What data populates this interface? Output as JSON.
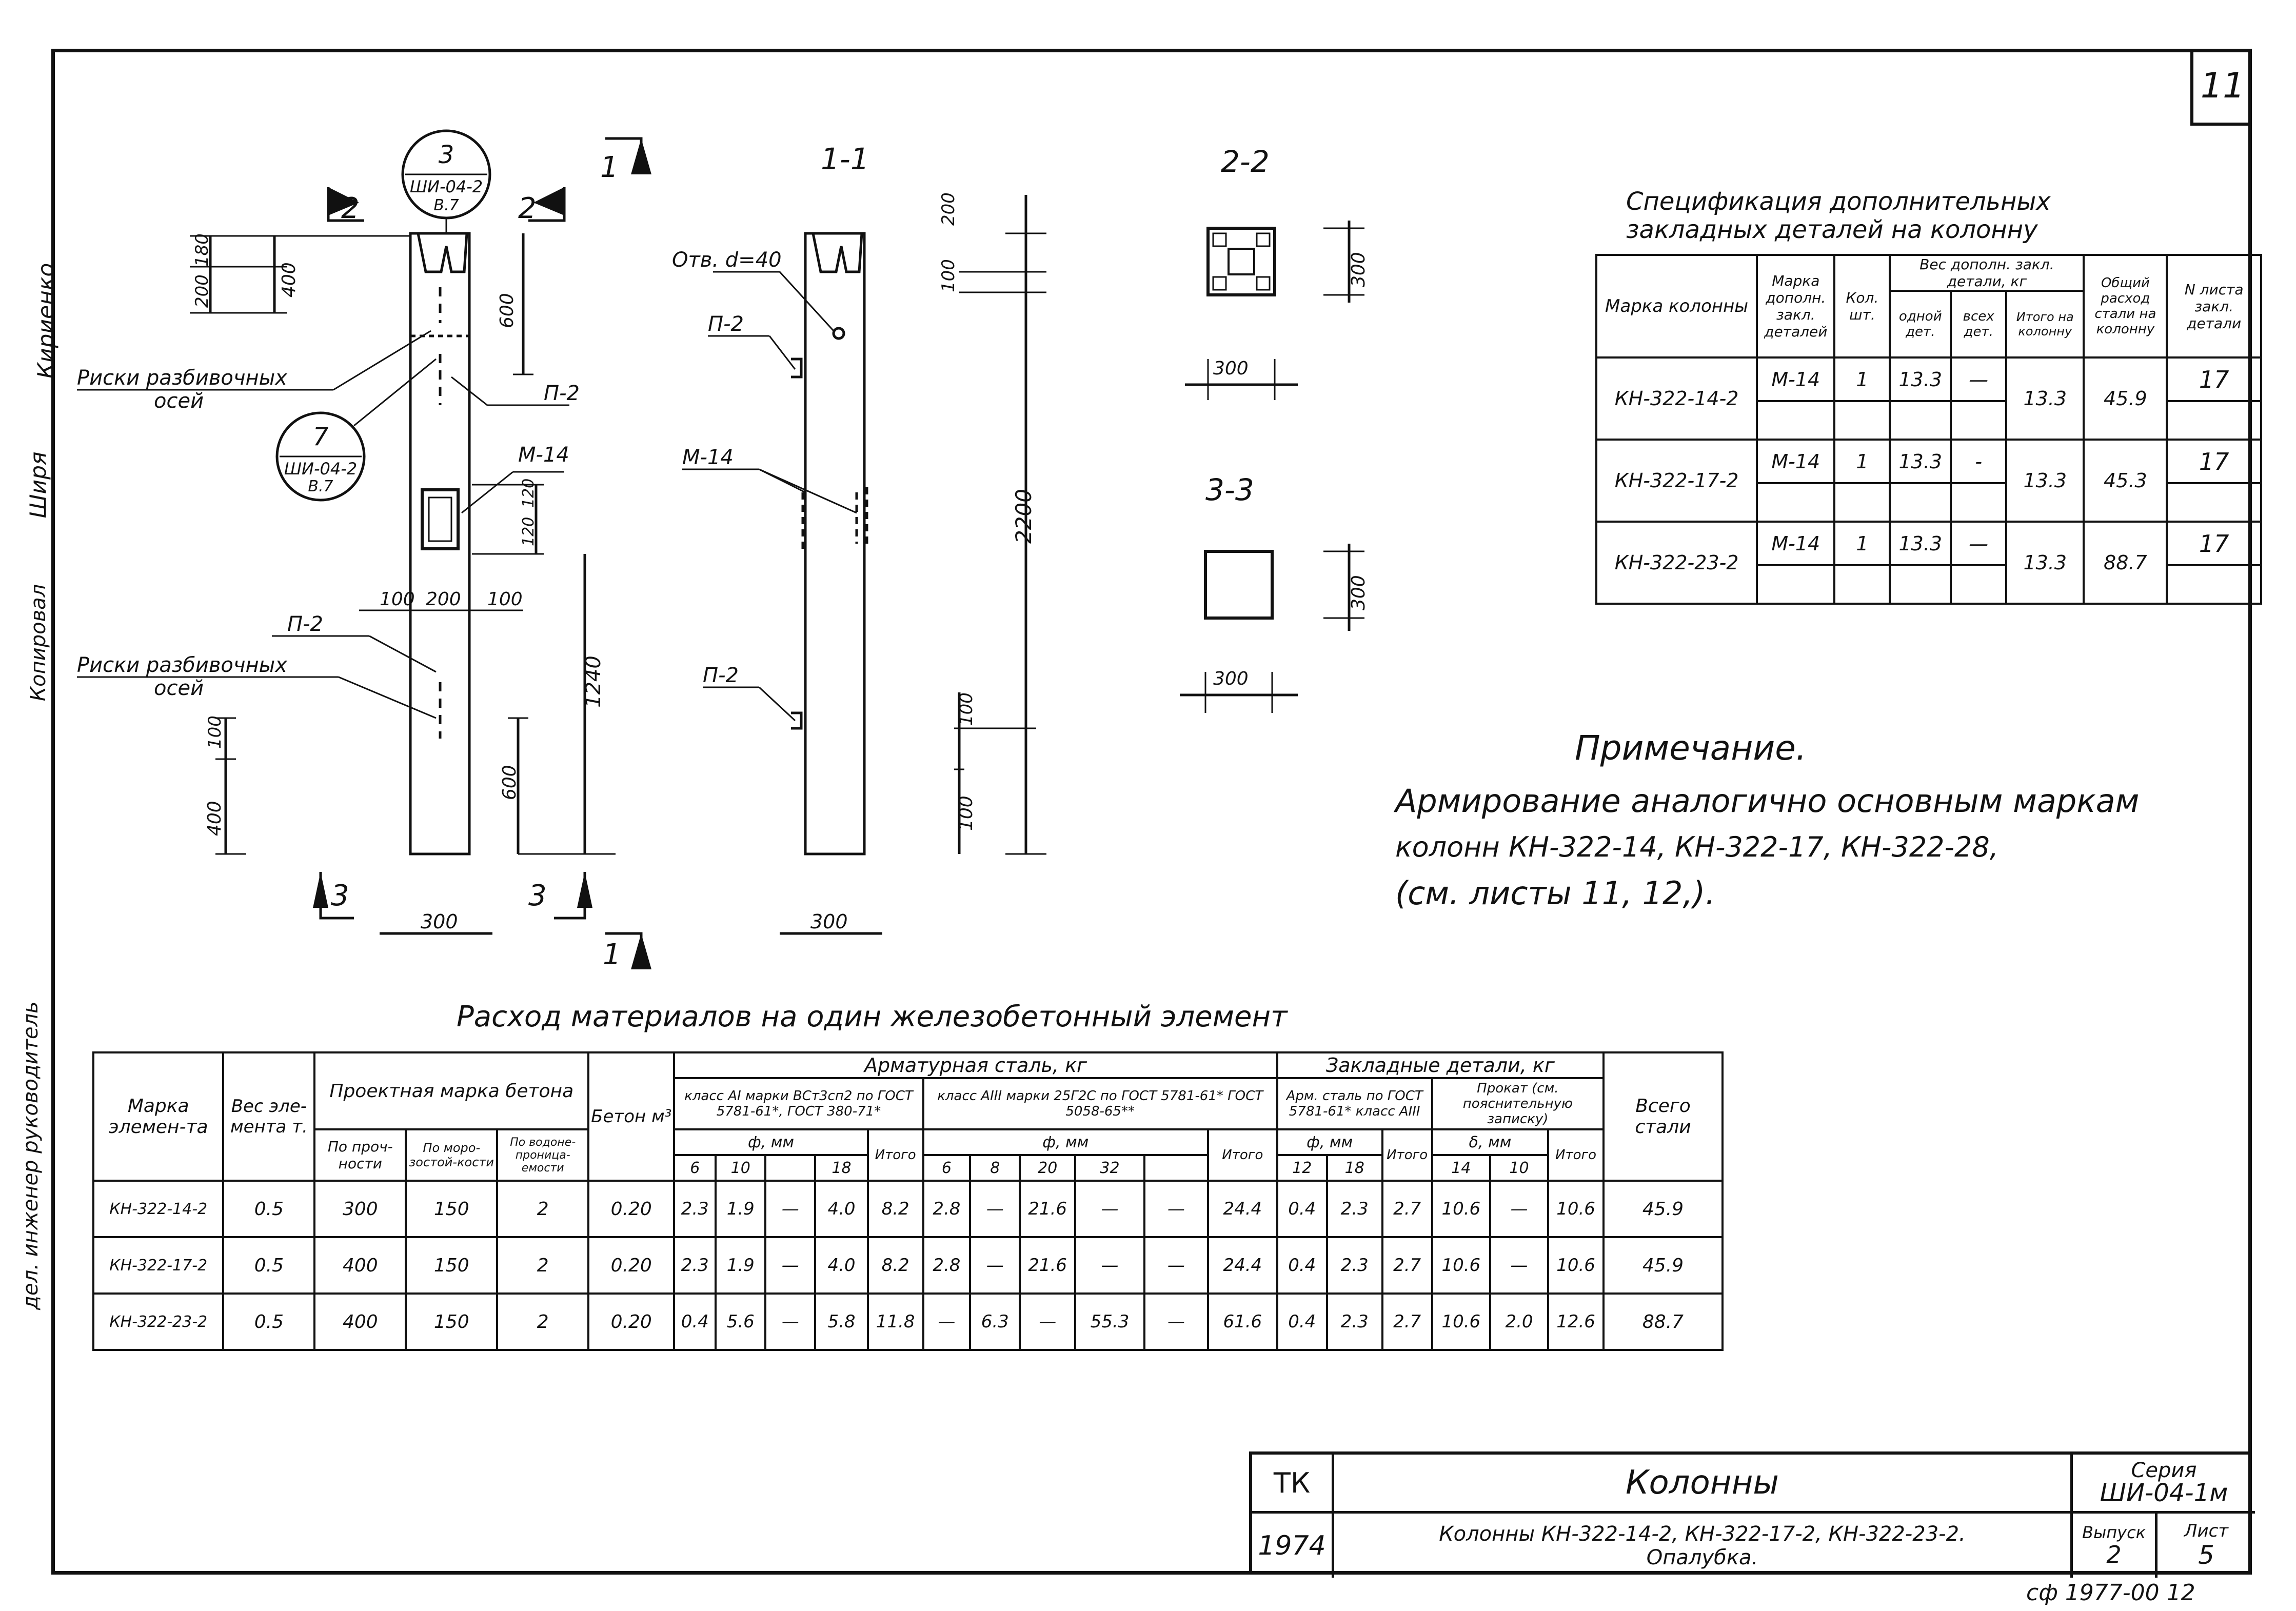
{
  "sheet_number": "11",
  "margin_text": {
    "stamp1": "Кириенко",
    "stamp2": "Ширя",
    "stamp3": "Копировал",
    "vertical_note": "дел. инженер руководитель"
  },
  "drawing": {
    "front_view": {
      "callout_top": {
        "num": "3",
        "ref": "ШИ-04-2",
        "page": "В.7"
      },
      "callout_mid": {
        "num": "7",
        "ref": "ШИ-04-2",
        "page": "В.7"
      },
      "section_2_left": "2",
      "section_2_right": "2",
      "section_1_top": "1",
      "section_1_bottom": "1",
      "section_3_left": "3",
      "section_3_right": "3",
      "risk_label_1a": "Риски разбивочных",
      "risk_label_1b": "осей",
      "risk_label_2a": "Риски разбивочных",
      "risk_label_2b": "осей",
      "p2_upper": "П-2",
      "p2_lower": "П-2",
      "m14": "М-14",
      "dims": {
        "d200": "200",
        "d180": "180",
        "d400_top": "400",
        "d600_top": "600",
        "d120a": "120",
        "d120b": "120",
        "d100l": "100",
        "d200c": "200",
        "d100r": "100",
        "d1240": "1240",
        "d100_bot": "100",
        "d400_bot": "400",
        "d600_bot": "600",
        "d300": "300"
      }
    },
    "section_1_1": {
      "title": "1-1",
      "otv": "Отв. d=40",
      "p2_upper": "П-2",
      "m14": "М-14",
      "p2_lower": "П-2",
      "dims": {
        "d200": "200",
        "d100": "100",
        "d2200": "2200",
        "d100b": "100",
        "d100c": "100",
        "d300": "300"
      }
    },
    "section_2_2": {
      "title": "2-2",
      "d300v": "300",
      "d300h": "300"
    },
    "section_3_3": {
      "title": "3-3",
      "d300v": "300",
      "d300h": "300"
    }
  },
  "spec_table": {
    "title_line1": "Спецификация дополнительных",
    "title_line2": "закладных деталей на колонну",
    "headers": {
      "mark": "Марка колонны",
      "part_mark": "Марка дополн. закл. деталей",
      "qty": "Кол. шт.",
      "weight_group": "Вес дополн. закл. детали, кг",
      "one": "одной дет.",
      "all": "всех дет.",
      "total": "Итого на колонну",
      "steel": "Общий расход стали на колонну",
      "sheet": "N листа закл. детали"
    },
    "rows": [
      {
        "mark": "КН-322-14-2",
        "part": "М-14",
        "qty": "1",
        "one": "13.3",
        "all": "—",
        "total": "13.3",
        "steel": "45.9",
        "sheet": "17"
      },
      {
        "mark": "КН-322-17-2",
        "part": "М-14",
        "qty": "1",
        "one": "13.3",
        "all": "-",
        "total": "13.3",
        "steel": "45.3",
        "sheet": "17"
      },
      {
        "mark": "КН-322-23-2",
        "part": "М-14",
        "qty": "1",
        "one": "13.3",
        "all": "—",
        "total": "13.3",
        "steel": "88.7",
        "sheet": "17"
      }
    ]
  },
  "note": {
    "title": "Примечание.",
    "line1": "Армирование аналогично основным маркам",
    "line2": "колонн КН-322-14, КН-322-17, КН-322-28,",
    "line3": "(см. листы 11, 12,)."
  },
  "materials_table": {
    "title": "Расход материалов на один железобетонный элемент",
    "h": {
      "mark": "Марка элемен-та",
      "weight": "Вес эле-мента т.",
      "proj": "Проектная марка бетона",
      "strength": "По проч-ности",
      "frost": "По моро-зостой-кости",
      "water": "По водоне-проница-емости",
      "concrete": "Бетон м³",
      "rebar": "Арматурная сталь, кг",
      "a1": "класс AI марки ВСт3сп2 по ГОСТ 5781-61*, ГОСТ 380-71*",
      "a3": "класс AIII марки 25Г2С по ГОСТ 5781-61* ГОСТ 5058-65**",
      "phi1": "ф, мм",
      "phi2": "ф, мм",
      "itogo1": "Итого",
      "itogo2": "Итого",
      "emb": "Закладные детали, кг",
      "arm": "Арм. сталь по ГОСТ 5781-61* класс AIII",
      "prokat": "Прокат (см. пояснительную записку)",
      "phi3": "ф, мм",
      "delta": "δ, мм",
      "itogo3": "Итого",
      "itogo4": "Итого",
      "total": "Всего стали",
      "c6": "6",
      "c10": "10",
      "c18": "18",
      "c6b": "6",
      "c8": "8",
      "c20": "20",
      "c32": "32",
      "c12": "12",
      "c18b": "18",
      "c14": "14",
      "c10b": "10"
    },
    "rows": [
      {
        "mark": "КН-322-14-2",
        "w": "0.5",
        "s": "300",
        "f": "150",
        "wa": "2",
        "c": "0.20",
        "a": "2.3",
        "b": "1.9",
        "e": "—",
        "d": "4.0",
        "i1": "8.2",
        "g": "2.8",
        "h": "—",
        "k": "21.6",
        "l": "—",
        "m": "—",
        "i2": "24.4",
        "n": "0.4",
        "o": "2.3",
        "i3": "2.7",
        "p": "10.6",
        "q": "—",
        "i4": "10.6",
        "t": "45.9"
      },
      {
        "mark": "КН-322-17-2",
        "w": "0.5",
        "s": "400",
        "f": "150",
        "wa": "2",
        "c": "0.20",
        "a": "2.3",
        "b": "1.9",
        "e": "—",
        "d": "4.0",
        "i1": "8.2",
        "g": "2.8",
        "h": "—",
        "k": "21.6",
        "l": "—",
        "m": "—",
        "i2": "24.4",
        "n": "0.4",
        "o": "2.3",
        "i3": "2.7",
        "p": "10.6",
        "q": "—",
        "i4": "10.6",
        "t": "45.9"
      },
      {
        "mark": "КН-322-23-2",
        "w": "0.5",
        "s": "400",
        "f": "150",
        "wa": "2",
        "c": "0.20",
        "a": "0.4",
        "b": "5.6",
        "e": "—",
        "d": "5.8",
        "i1": "11.8",
        "g": "—",
        "h": "6.3",
        "k": "—",
        "l": "55.3",
        "m": "—",
        "i2": "61.6",
        "n": "0.4",
        "o": "2.3",
        "i3": "2.7",
        "p": "10.6",
        "q": "2.0",
        "i4": "12.6",
        "t": "88.7"
      }
    ]
  },
  "title_block": {
    "org": "ТК",
    "year": "1974",
    "name": "Колонны",
    "desc1": "Колонны КН-322-14-2, КН-322-17-2, КН-322-23-2.",
    "desc2": "Опалубка.",
    "series_label": "Серия",
    "series": "ШИ-04-1м",
    "issue_label": "Выпуск",
    "issue": "2",
    "sheet_label": "Лист",
    "sheet": "5",
    "bottom_code": "сф 1977-00  12"
  }
}
